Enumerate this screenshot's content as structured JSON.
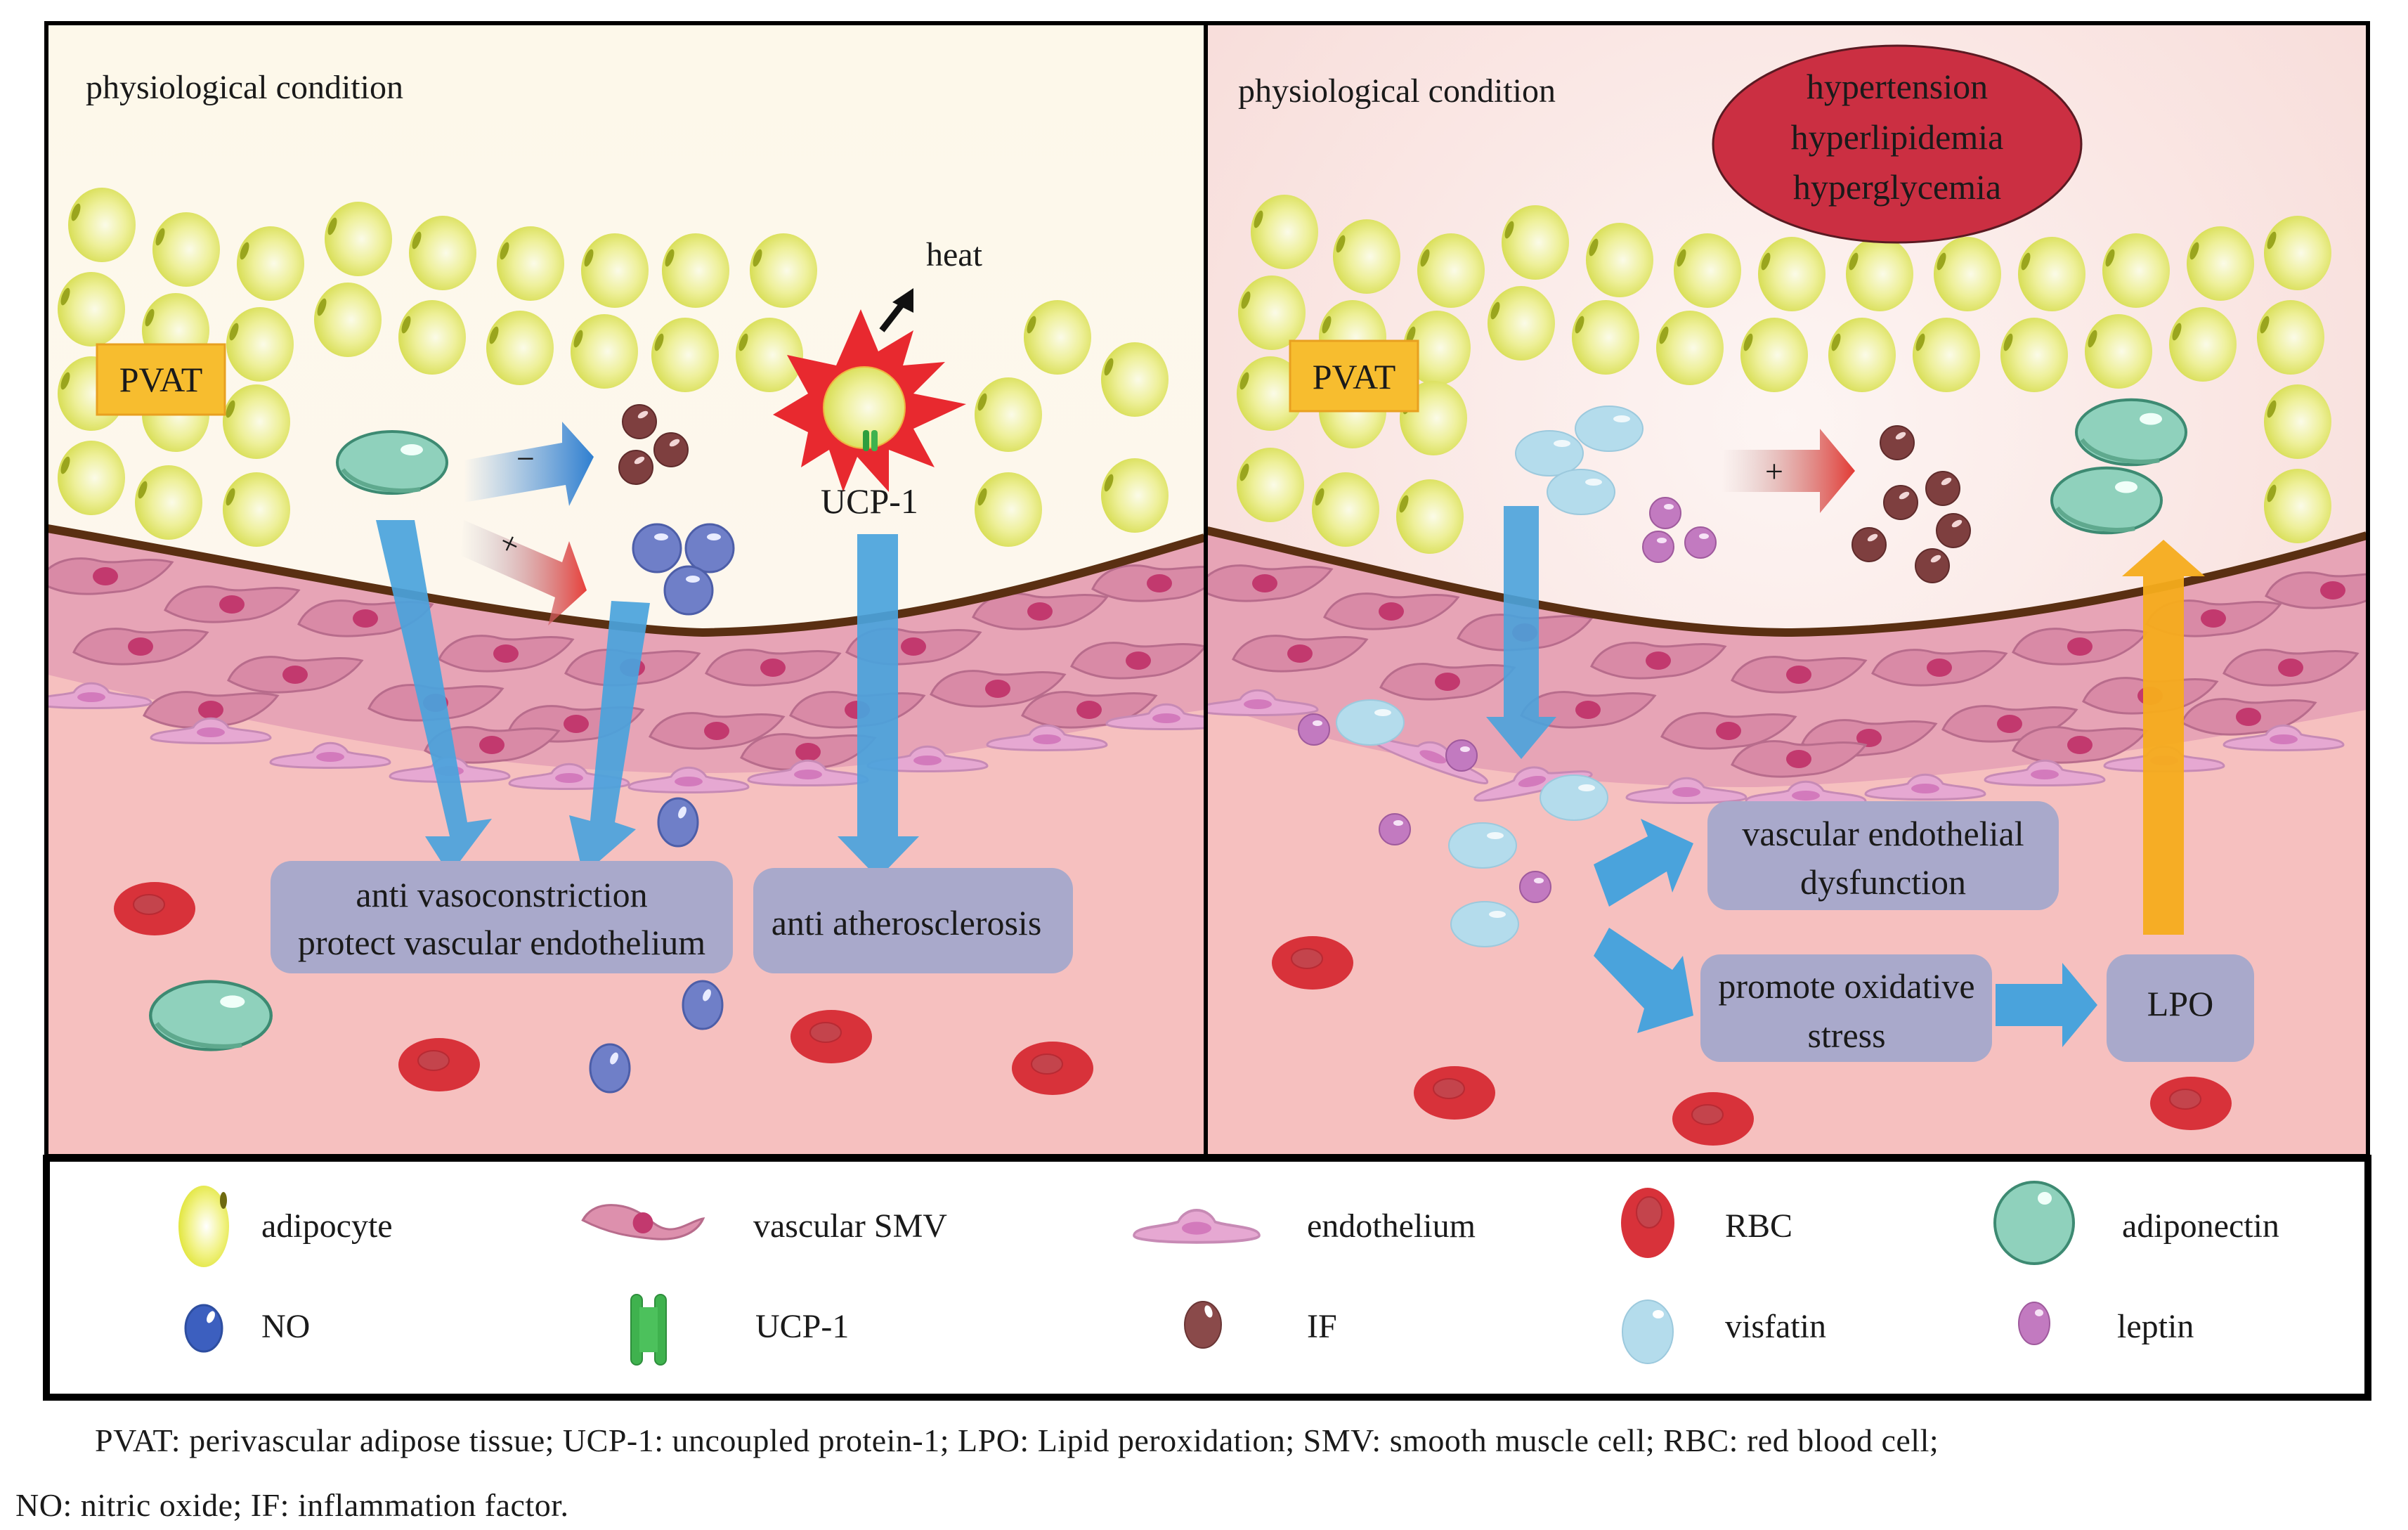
{
  "figure": {
    "left_panel": {
      "condition_label": "physiological condition",
      "pvat_label": "PVAT",
      "heat_label": "heat",
      "ucp1_label": "UCP-1",
      "minus_sign": "−",
      "plus_sign": "+",
      "outcome_boxes": [
        {
          "lines": [
            "anti vasoconstriction",
            "protect vascular endothelium"
          ]
        },
        {
          "lines": [
            "anti atherosclerosis"
          ]
        }
      ]
    },
    "right_panel": {
      "condition_label": "physiological condition",
      "pvat_label": "PVAT",
      "plus_sign": "+",
      "risk_factors": [
        "hypertension",
        "hyperlipidemia",
        "hyperglycemia"
      ],
      "outcome_boxes": [
        {
          "lines": [
            "vascular endothelial",
            "dysfunction"
          ]
        },
        {
          "lines": [
            "promote oxidative",
            "stress"
          ]
        },
        {
          "lines": [
            "LPO"
          ]
        }
      ]
    },
    "legend": {
      "items": [
        {
          "icon": "adipocyte-icon",
          "label": "adipocyte"
        },
        {
          "icon": "vascular-smooth-muscle-cell-icon",
          "label": "vascular SMV"
        },
        {
          "icon": "endothelium-icon",
          "label": "endothelium"
        },
        {
          "icon": "red-blood-cell-icon",
          "label": "RBC"
        },
        {
          "icon": "adiponectin-icon",
          "label": "adiponectin"
        },
        {
          "icon": "nitric-oxide-icon",
          "label": "NO"
        },
        {
          "icon": "ucp1-protein-icon",
          "label": "UCP-1"
        },
        {
          "icon": "inflammation-factor-icon",
          "label": "IF"
        },
        {
          "icon": "visfatin-icon",
          "label": "visfatin"
        },
        {
          "icon": "leptin-icon",
          "label": "leptin"
        }
      ]
    },
    "caption": {
      "line1": "PVAT: perivascular adipose tissue; UCP-1: uncoupled protein-1; LPO: Lipid peroxidation; SMV: smooth muscle cell; RBC: red blood cell;",
      "line2": "NO: nitric oxide; IF: inflammation factor."
    },
    "colors": {
      "left_bg_top": "#fdf8ee",
      "right_bg_top": "#fbe6e4",
      "blood_bg": "#f6c0bf",
      "adipocyte": "#e6ea70",
      "smooth_muscle": "#d98aa6",
      "smooth_muscle_nucleus": "#c2396e",
      "endothelium": "#e6a8d2",
      "rbc": "#d8323a",
      "adiponectin": "#8fd1bc",
      "nitric_oxide": "#6f7fc8",
      "inflammation_factor": "#7e3f3f",
      "visfatin": "#b4dcec",
      "leptin": "#c27ac0",
      "ucp1": "#3fb24e",
      "pvat_box": "#f7bd2f",
      "outcome_box": "#a9a9cb",
      "blue_arrow": "#4aa3dc",
      "orange_arrow": "#f5ac1c",
      "risk_ellipse": "#cb2f42",
      "basement_line": "#5a2f12"
    }
  }
}
